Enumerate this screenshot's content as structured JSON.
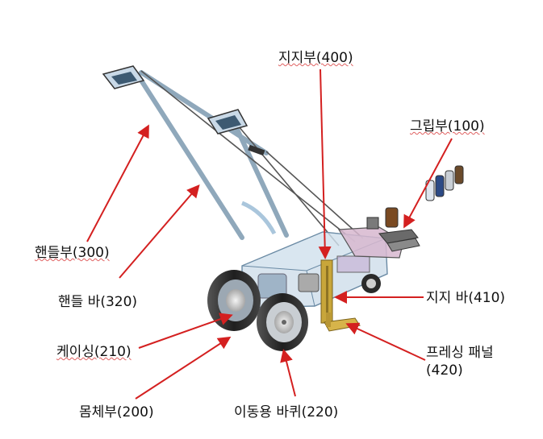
{
  "diagram": {
    "labels": {
      "support": "지지부(400)",
      "grip": "그립부(100)",
      "handle_part": "핸들부(300)",
      "handle_bar": "핸들 바(320)",
      "support_bar": "지지 바(410)",
      "casing": "케이싱(210)",
      "pressing_panel_line1": "프레싱 패널",
      "pressing_panel_line2": "(420)",
      "body": "몸체부(200)",
      "wheel": "이동용 바퀴(220)"
    },
    "colors": {
      "arrow": "#d42020",
      "frame": "#9fbfd8",
      "frame_edge": "#6a8aa4",
      "casing": "#b8cde0",
      "wheel": "#2b2b2b",
      "support_bar": "#c8a63a",
      "grip_body": "#d7b7cf"
    }
  }
}
